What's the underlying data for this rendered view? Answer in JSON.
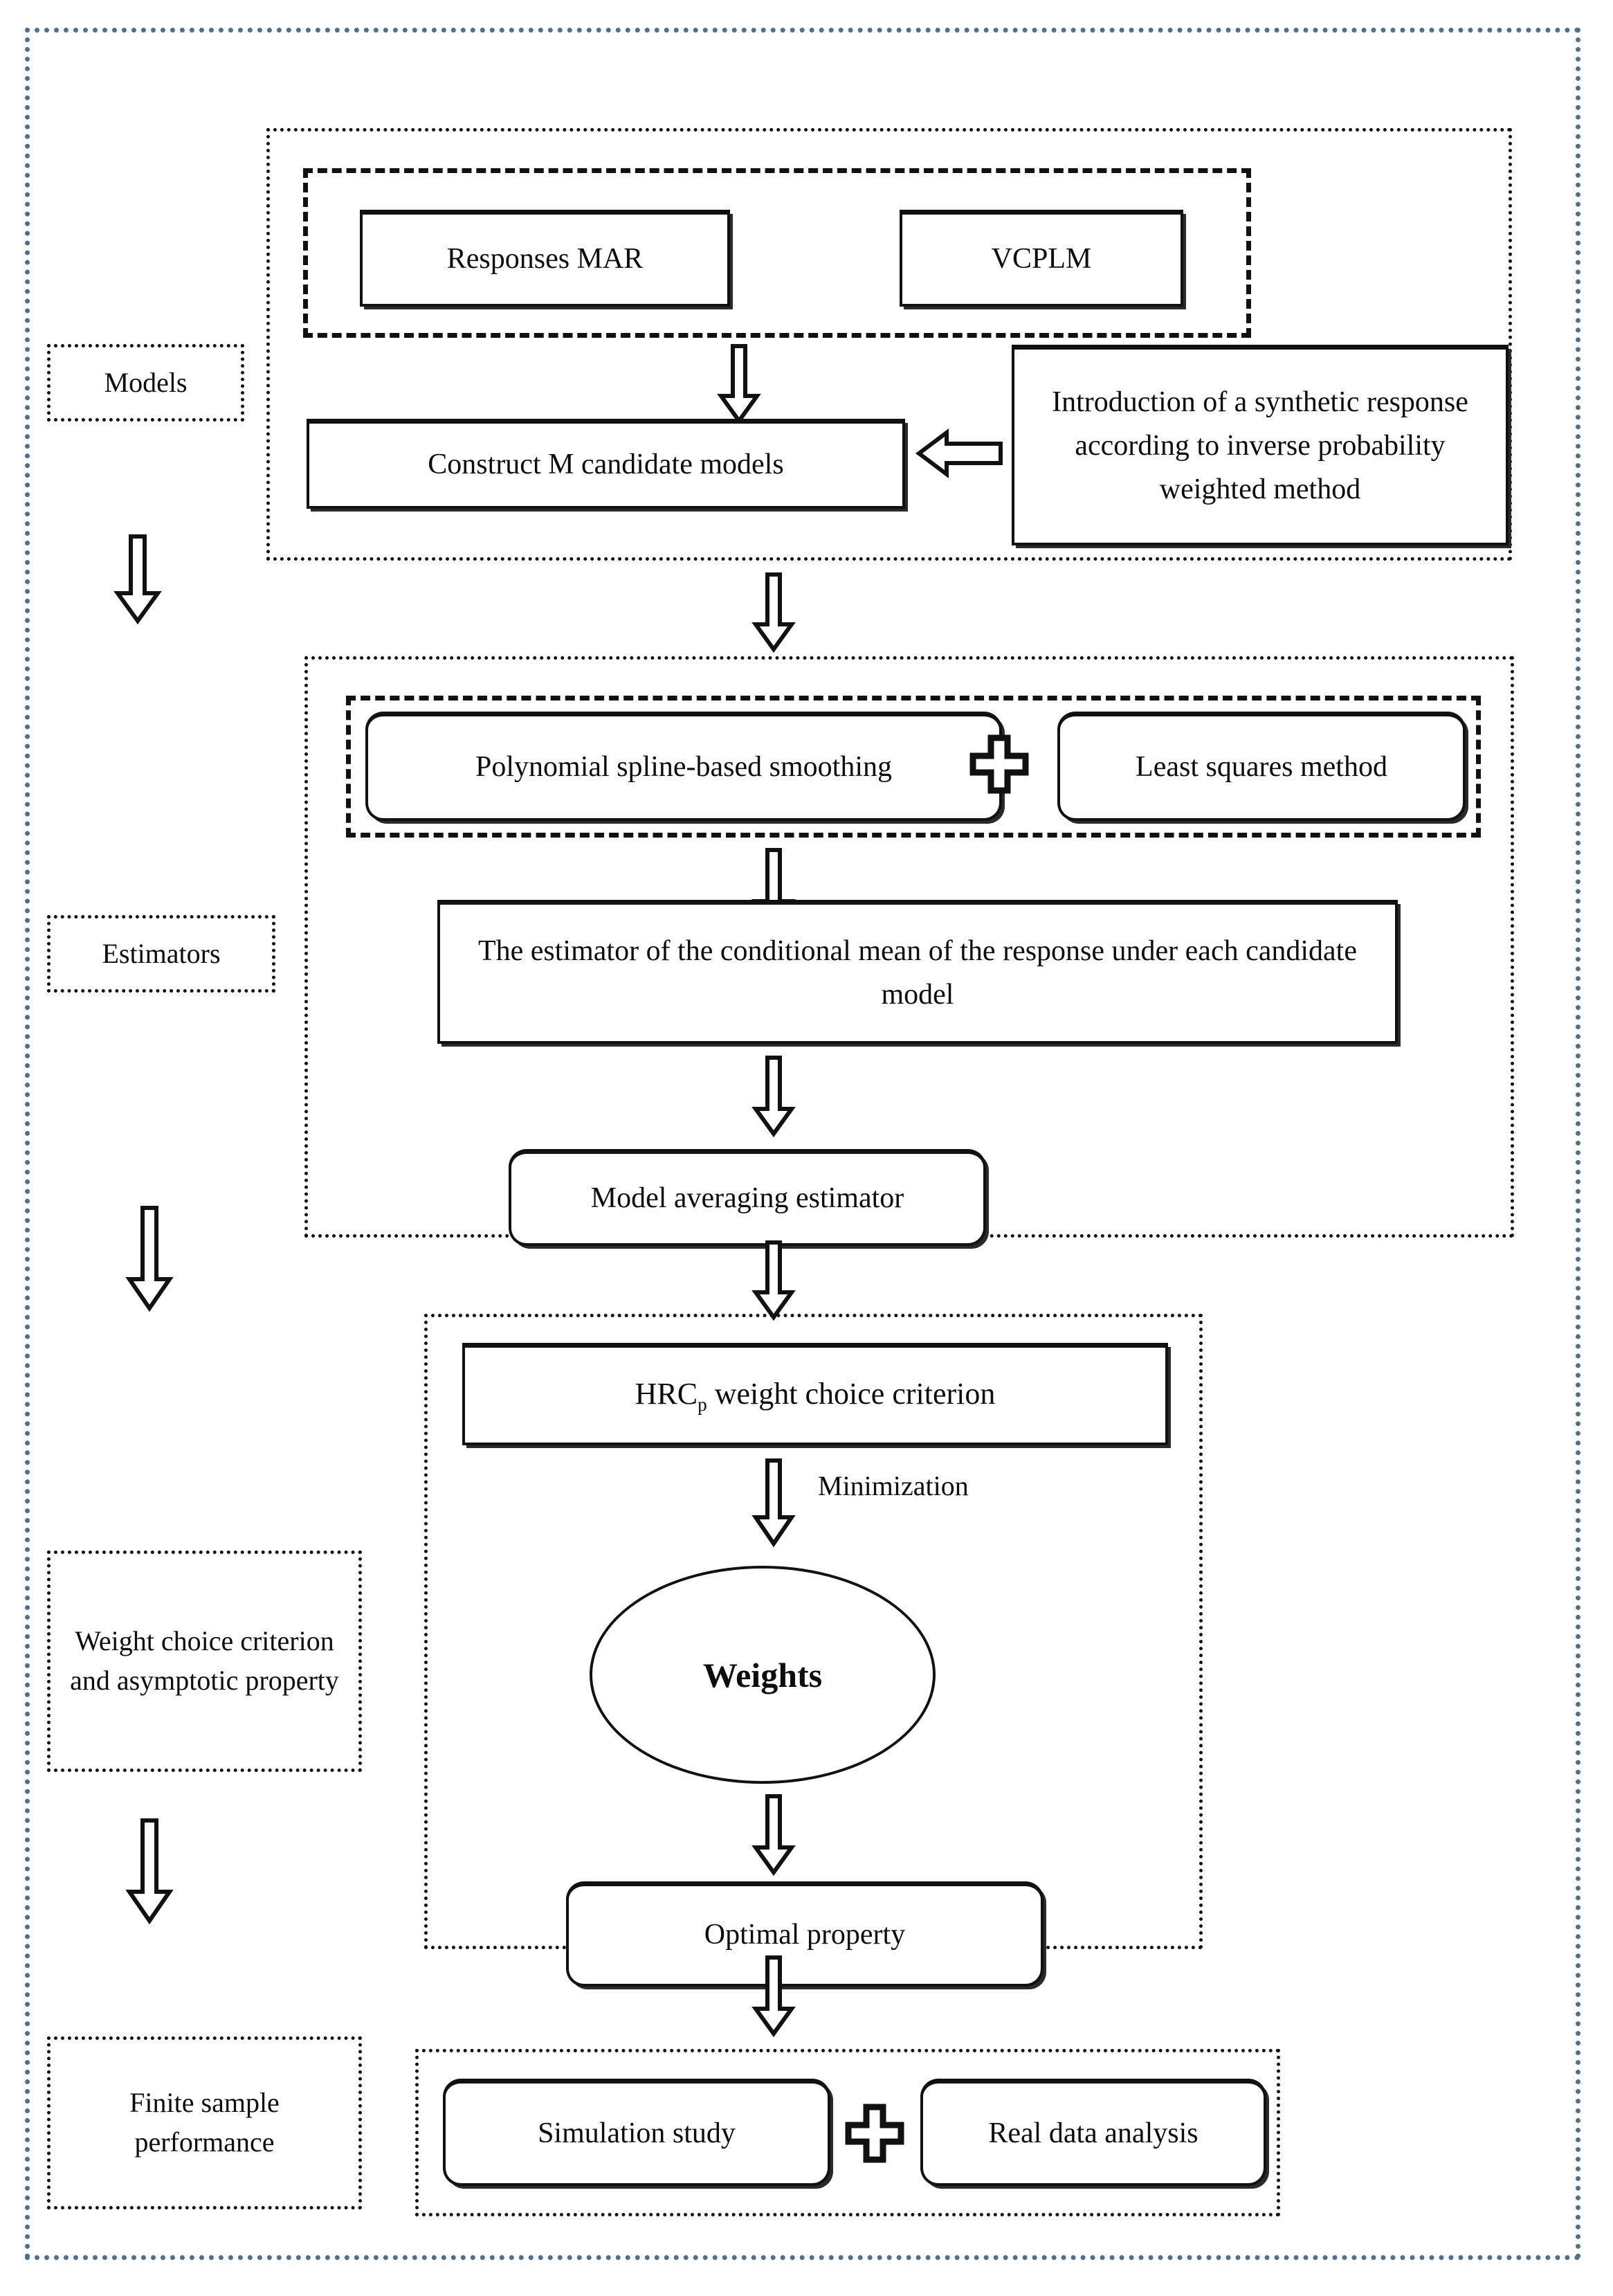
{
  "diagram": {
    "title_absent": true,
    "outer_border_color": "#4f6f8f",
    "stroke_color": "#111111"
  },
  "stages": [
    {
      "id": "models",
      "label": "Models"
    },
    {
      "id": "estimators",
      "label": "Estimators"
    },
    {
      "id": "weights",
      "label": "Weight choice criterion and asymptotic property"
    },
    {
      "id": "finite",
      "label": "Finite sample performance"
    }
  ],
  "nodes": {
    "responses_mar": "Responses MAR",
    "vcplm": "VCPLM",
    "construct_models": "Construct M candidate models",
    "synthetic_response": "Introduction of a synthetic response according to inverse probability weighted method",
    "spline_smoothing": "Polynomial spline-based smoothing",
    "least_squares": "Least squares method",
    "conditional_mean": "The estimator of the conditional mean of the response under each candidate model",
    "model_averaging": "Model averaging estimator",
    "hrcp_criterion_prefix": "HRC",
    "hrcp_criterion_sub": "p",
    "hrcp_criterion_suffix": " weight choice criterion",
    "weights_ellipse": "Weights",
    "optimal_property": "Optimal property",
    "simulation_study": "Simulation study",
    "real_data_analysis": "Real data analysis"
  },
  "annotations": {
    "minimization": "Minimization"
  },
  "connectors": [
    {
      "name": "models-group-to-construct",
      "type": "arrow-down"
    },
    {
      "name": "synthetic-to-construct",
      "type": "arrow-left"
    },
    {
      "name": "models-to-estimators",
      "type": "arrow-down"
    },
    {
      "name": "methods-to-conditional-mean",
      "type": "arrow-down"
    },
    {
      "name": "conditional-mean-to-model-averaging",
      "type": "arrow-down"
    },
    {
      "name": "estimators-to-criterion",
      "type": "arrow-down"
    },
    {
      "name": "criterion-to-weights",
      "type": "arrow-down"
    },
    {
      "name": "weights-to-optimal",
      "type": "arrow-down"
    },
    {
      "name": "optimal-to-finite",
      "type": "arrow-down"
    },
    {
      "name": "stage-models-to-estimators",
      "type": "arrow-down"
    },
    {
      "name": "stage-estimators-to-weights",
      "type": "arrow-down"
    },
    {
      "name": "stage-weights-to-finite",
      "type": "arrow-down"
    },
    {
      "name": "spline-plus-least-squares",
      "type": "plus"
    },
    {
      "name": "simulation-plus-realdata",
      "type": "plus"
    }
  ]
}
